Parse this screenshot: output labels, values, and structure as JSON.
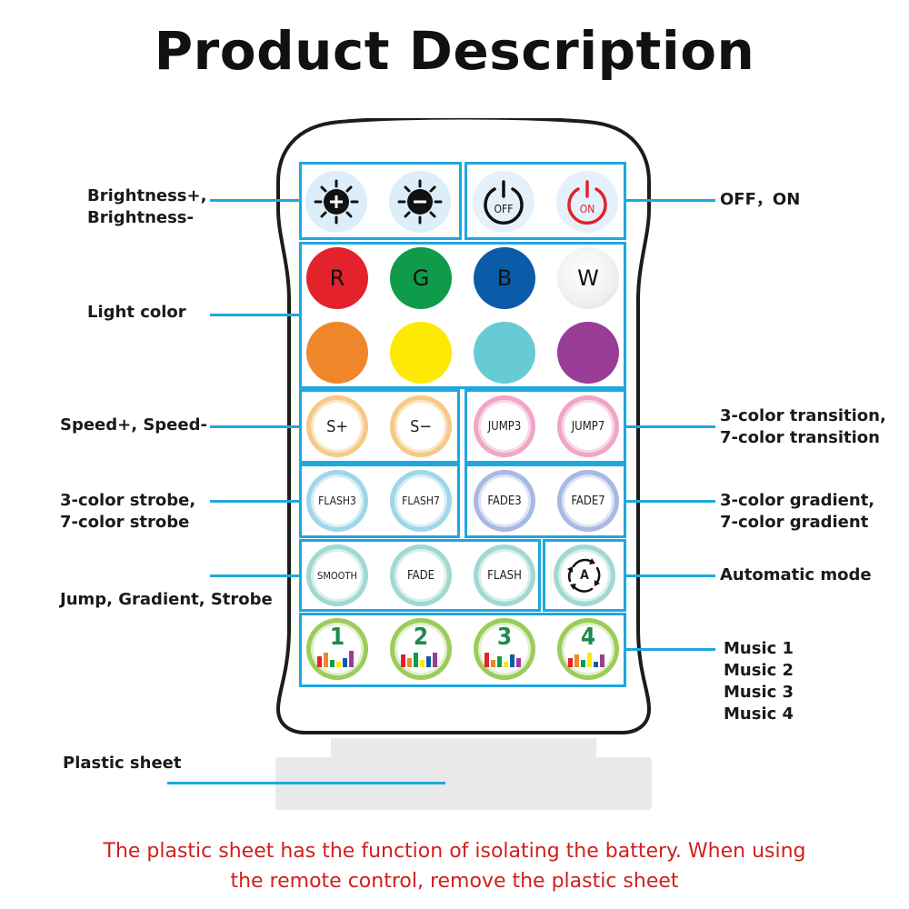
{
  "title": "Product Description",
  "labels": {
    "brightness": [
      "Brightness+,",
      "Brightness-"
    ],
    "power": "OFF，ON",
    "light_color": "Light color",
    "speed": "Speed+, Speed-",
    "transition": [
      "3-color transition,",
      "7-color transition"
    ],
    "strobe": [
      "3-color strobe,",
      "7-color strobe"
    ],
    "gradient": [
      "3-color gradient,",
      "7-color gradient"
    ],
    "jgs": "Jump, Gradient, Strobe",
    "automatic": "Automatic mode",
    "music": [
      "Music 1",
      "Music 2",
      "Music 3",
      "Music 4"
    ],
    "plastic": "Plastic sheet"
  },
  "buttons": {
    "off": "OFF",
    "on": "ON",
    "colors": [
      "R",
      "G",
      "B",
      "W"
    ],
    "speed_up": "S+",
    "speed_down": "S−",
    "jump3": "JUMP3",
    "jump7": "JUMP7",
    "flash3": "FLASH3",
    "flash7": "FLASH7",
    "fade3": "FADE3",
    "fade7": "FADE7",
    "smooth": "SMOOTH",
    "fade": "FADE",
    "flash": "FLASH",
    "auto": "A",
    "music": [
      "1",
      "2",
      "3",
      "4"
    ]
  },
  "note": [
    "The plastic sheet has the function of isolating the battery. When using",
    "the remote control, remove the plastic sheet"
  ],
  "colors": {
    "accent_line": "#1ea7e0",
    "note": "#d0201e",
    "red": "#e3222b",
    "green": "#0f9b4a",
    "blue": "#0a5ca8",
    "white": "#f2f2f2",
    "orange": "#f0862a",
    "yellow": "#fde904",
    "cyan": "#67cbd6",
    "purple": "#993d96"
  }
}
